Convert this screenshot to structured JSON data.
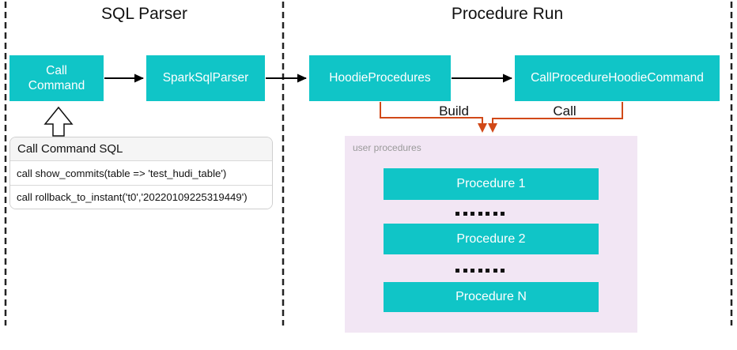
{
  "sections": {
    "sql_parser_title": "SQL Parser",
    "procedure_run_title": "Procedure Run"
  },
  "nodes": {
    "call_command": "Call Command",
    "spark_sql_parser": "SparkSqlParser",
    "hoodie_procedures": "HoodieProcedures",
    "call_procedure_hoodie_command": "CallProcedureHoodieCommand"
  },
  "edges": {
    "build_label": "Build",
    "call_label": "Call"
  },
  "sql_table": {
    "header": "Call Command SQL",
    "rows": [
      "call show_commits(table => 'test_hudi_table')",
      "call rollback_to_instant('t0','20220109225319449')"
    ]
  },
  "user_procedures": {
    "label": "user procedures",
    "items": [
      "Procedure 1",
      "Procedure 2",
      "Procedure N"
    ]
  },
  "colors": {
    "teal": "#10c5c7",
    "orange": "#d14918",
    "pink_panel": "#f2e6f4",
    "label_gray": "#9a9a9a",
    "table_header_bg": "#f5f5f5",
    "dash_line": "#222222"
  }
}
